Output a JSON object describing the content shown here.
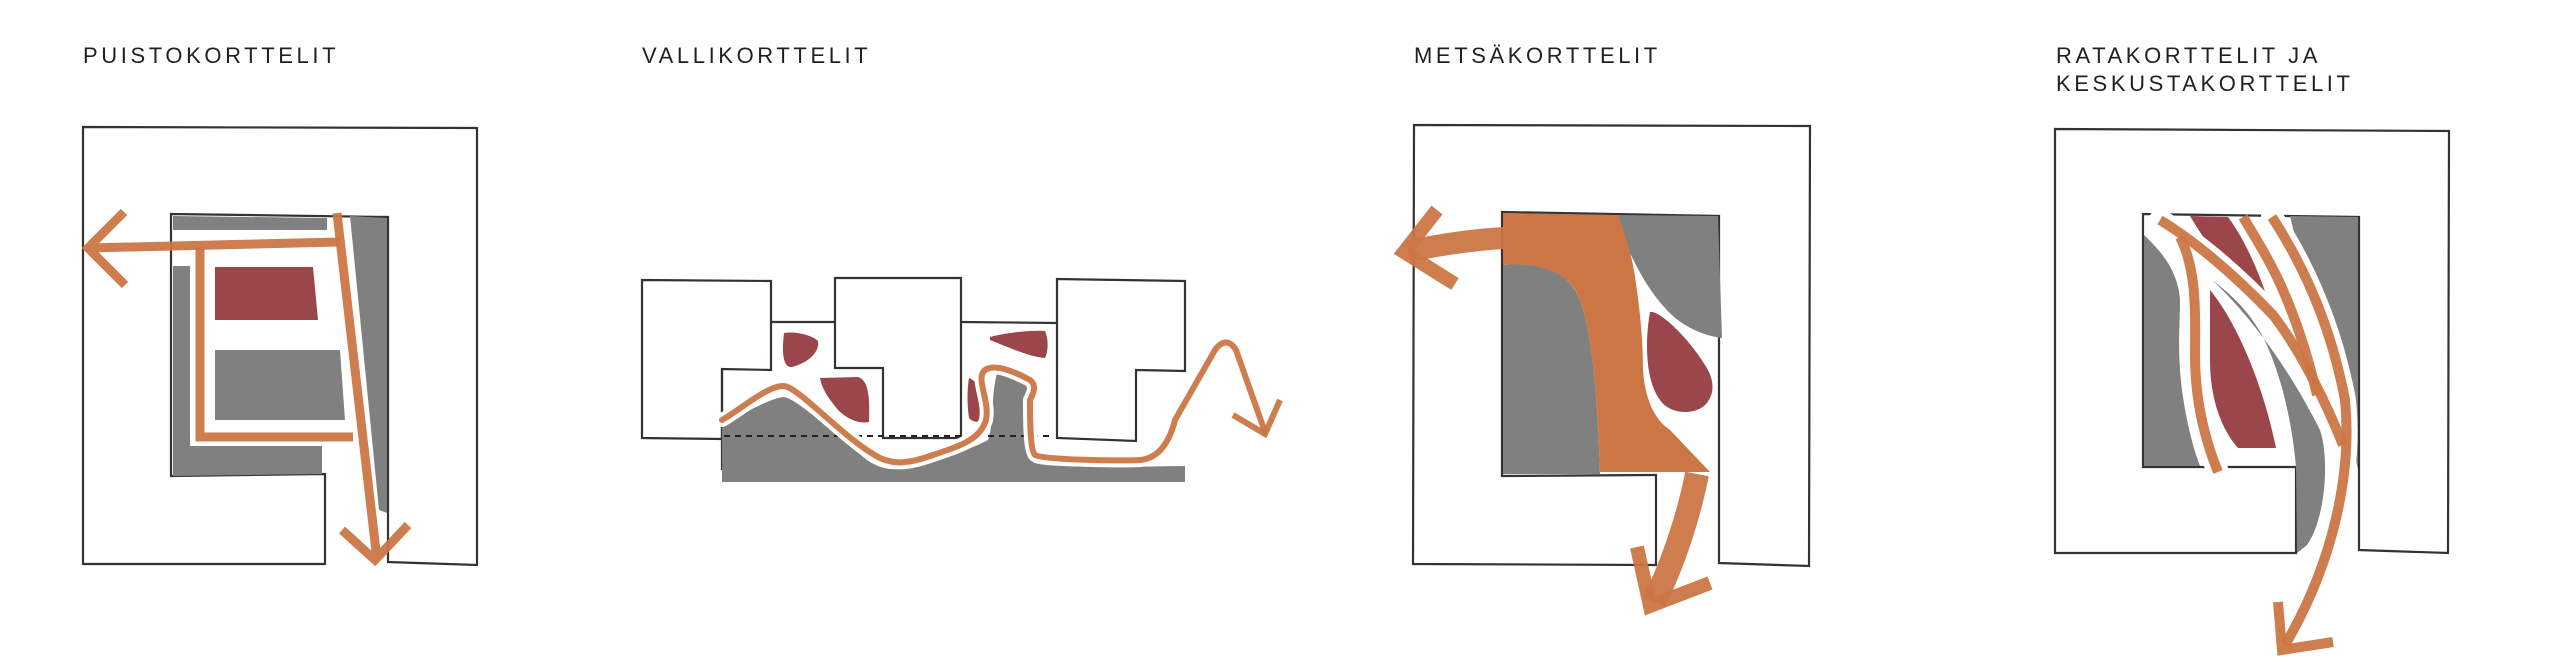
{
  "colors": {
    "orange": "#cb7644",
    "red": "#9b464a",
    "gray": "#808080",
    "outline": "#333333"
  },
  "panels": [
    {
      "id": "puisto",
      "title": "PUISTOKORTTELIT"
    },
    {
      "id": "valli",
      "title": "VALLIKORTTELIT"
    },
    {
      "id": "metsa",
      "title": "METSÄKORTTELIT"
    },
    {
      "id": "rata",
      "title": "RATAKORTTELIT JA\nKESKUSTAKORTTELIT"
    }
  ]
}
